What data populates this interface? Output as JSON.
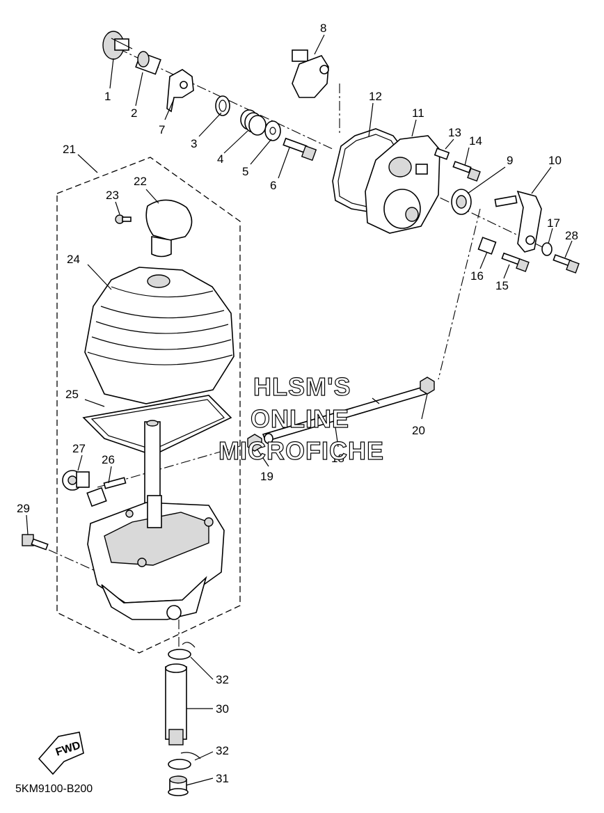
{
  "diagram": {
    "code": "5KM9100-B200",
    "fwd_label": "FWD",
    "watermark": [
      "HLSM'S",
      "ONLINE",
      "MICROFICHE"
    ],
    "callouts": [
      "1",
      "2",
      "3",
      "4",
      "5",
      "6",
      "7",
      "8",
      "9",
      "10",
      "11",
      "12",
      "13",
      "14",
      "15",
      "16",
      "17",
      "18",
      "19",
      "20",
      "21",
      "22",
      "23",
      "24",
      "25",
      "26",
      "27",
      "28",
      "29",
      "30",
      "31",
      "32",
      "32"
    ]
  }
}
